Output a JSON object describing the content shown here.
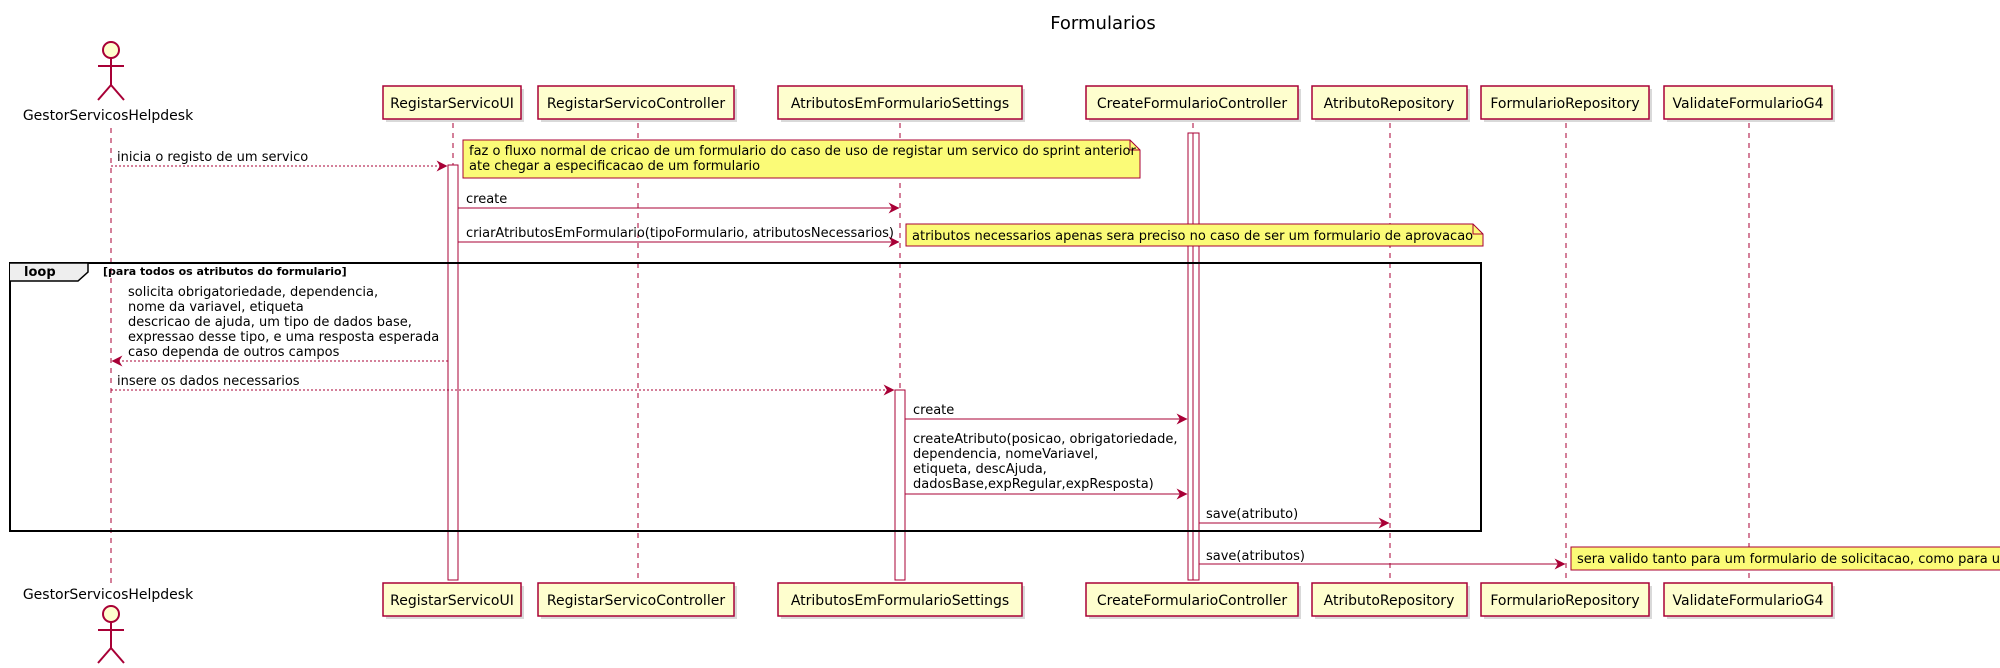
{
  "title": "Formularios",
  "actor": {
    "name": "GestorServicosHelpdesk"
  },
  "participants": [
    "RegistarServicoUI",
    "RegistarServicoController",
    "AtributosEmFormularioSettings",
    "CreateFormularioController",
    "AtributoRepository",
    "FormularioRepository",
    "ValidateFormularioG4"
  ],
  "messages": [
    [
      "inicia o registo de um servico"
    ],
    [
      "create"
    ],
    [
      "criarAtributosEmFormulario(tipoFormulario, atributosNecessarios)"
    ],
    [
      "solicita obrigatoriedade, dependencia,",
      "nome da variavel, etiqueta",
      "descricao de ajuda, um tipo de dados base,",
      "expressao desse tipo, e uma resposta esperada",
      "caso dependa de outros campos"
    ],
    [
      "insere os dados necessarios"
    ],
    [
      "create"
    ],
    [
      "createAtributo(posicao, obrigatoriedade,",
      "dependencia, nomeVariavel,",
      "etiqueta, descAjuda,",
      "dadosBase,expRegular,expResposta)"
    ],
    [
      "save(atributo)"
    ],
    [
      "save(atributos)"
    ]
  ],
  "notes": [
    [
      "faz o fluxo normal de cricao de um formulario do caso de uso de registar um servico do sprint anterior",
      "ate chegar a especificacao de um formulario"
    ],
    [
      "atributos necessarios apenas sera preciso no caso de ser um formulario de aprovacao"
    ],
    [
      "sera valido tanto para um formulario de solicitacao, como para um"
    ]
  ],
  "loop": {
    "keyword": "loop",
    "condition": "[para todos os atributos do formulario]"
  },
  "colors": {
    "line": "#A80036",
    "participant_fill": "#FEFECE",
    "note_fill": "#FBFB77",
    "frame": "#000000"
  }
}
